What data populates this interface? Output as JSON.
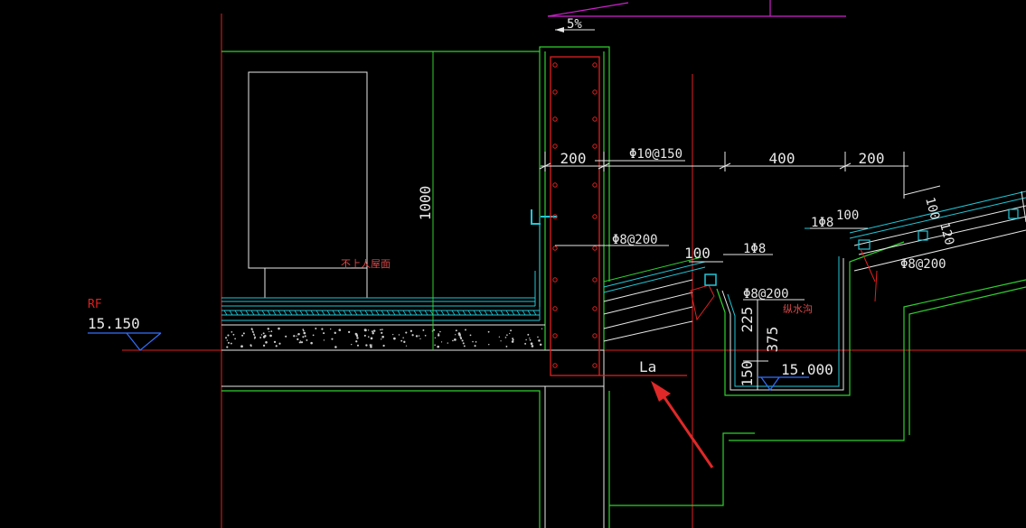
{
  "drawing": {
    "slope_label": "5%",
    "level_tag": "RF",
    "level_value": "15.150",
    "level_value_2": "15.000",
    "parapet_height": "1000",
    "dim_200_a": "200",
    "dim_400": "400",
    "dim_200_b": "200",
    "rebar_main": "Φ10@150",
    "rebar_stirrup": "Φ8@200",
    "rebar_stirrup_2": "Φ8@200",
    "rebar_stirrup_3": "Φ8@200",
    "rebar_1phi8_a": "1Φ8",
    "rebar_1phi8_b": "1Φ8",
    "dim_100_a": "100",
    "dim_100_b": "100",
    "dim_100_c": "100",
    "dim_120": "120",
    "dim_225": "225",
    "dim_375": "375",
    "dim_150": "150",
    "anchor_label": "La",
    "roof_note": "不上人屋面",
    "gutter_note": "纵水沟"
  },
  "colors": {
    "background": "#000000",
    "green": "#2fd02f",
    "red": "#e02020",
    "cyan": "#20c8d8",
    "white": "#e8e8e8",
    "magenta": "#d020d0",
    "blue": "#3070ff",
    "arrow": "#e02828"
  }
}
